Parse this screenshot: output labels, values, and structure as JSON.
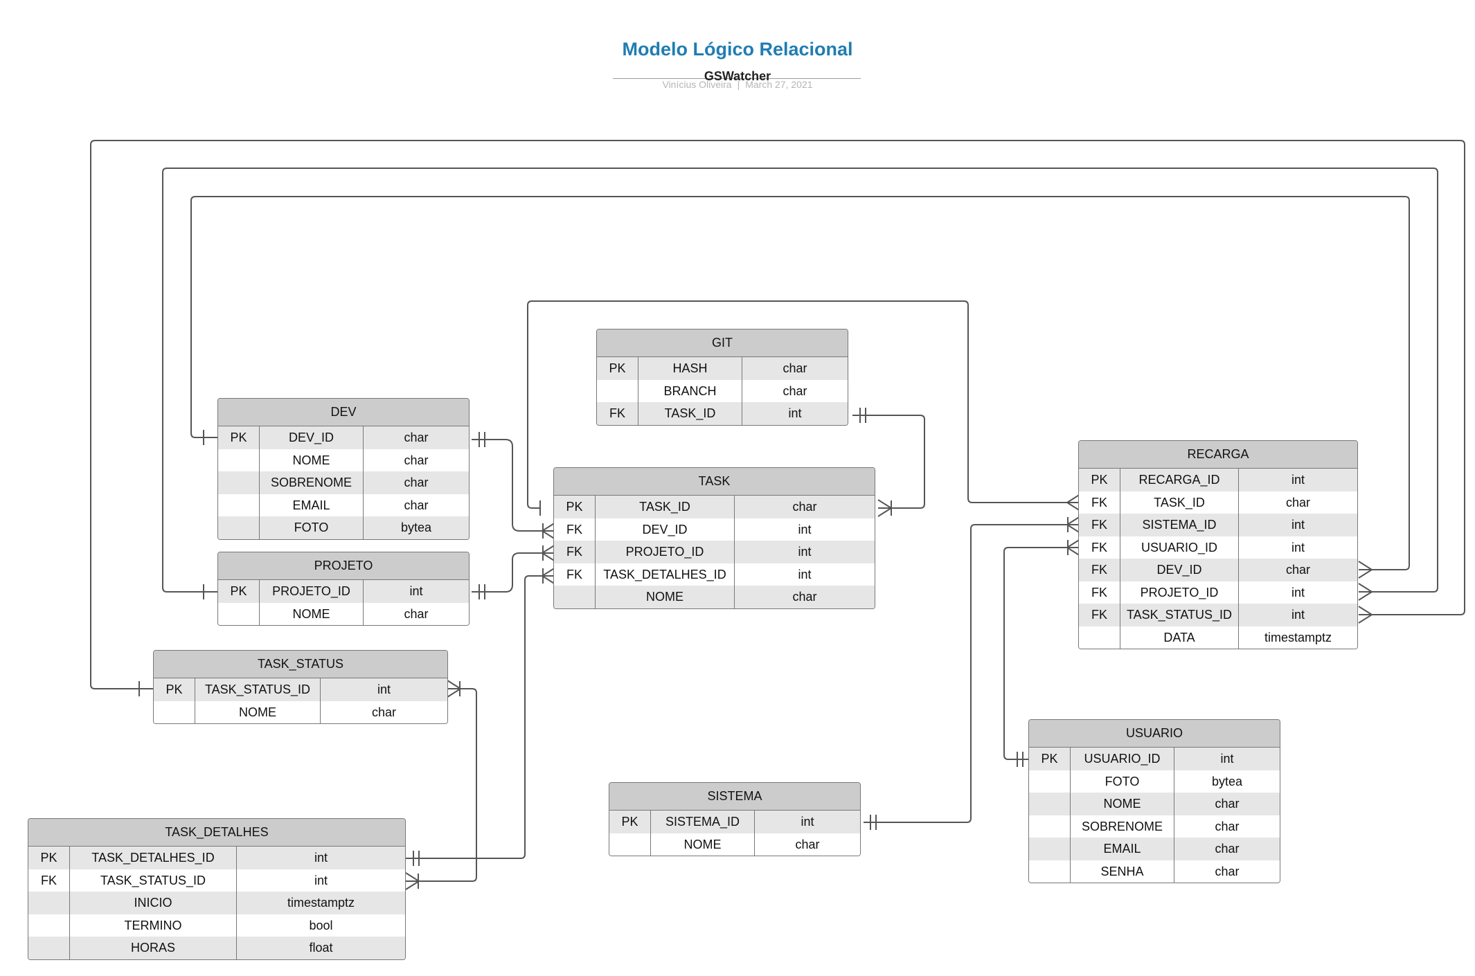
{
  "header": {
    "title": "Modelo Lógico Relacional",
    "subtitle": "GSWatcher",
    "author": "Vinícius Oliveira",
    "date": "March 27, 2021"
  },
  "colors": {
    "title": "#1f7db2",
    "header_fill": "#cccccc",
    "row_stripe": "#e6e6e6",
    "line": "#555555"
  },
  "entities": [
    {
      "id": "git",
      "name": "GIT",
      "rows": [
        {
          "key": "PK",
          "field": "HASH",
          "type": "char"
        },
        {
          "key": "",
          "field": "BRANCH",
          "type": "char"
        },
        {
          "key": "FK",
          "field": "TASK_ID",
          "type": "int"
        }
      ]
    },
    {
      "id": "dev",
      "name": "DEV",
      "rows": [
        {
          "key": "PK",
          "field": "DEV_ID",
          "type": "char"
        },
        {
          "key": "",
          "field": "NOME",
          "type": "char"
        },
        {
          "key": "",
          "field": "SOBRENOME",
          "type": "char"
        },
        {
          "key": "",
          "field": "EMAIL",
          "type": "char"
        },
        {
          "key": "",
          "field": "FOTO",
          "type": "bytea"
        }
      ]
    },
    {
      "id": "task",
      "name": "TASK",
      "rows": [
        {
          "key": "PK",
          "field": "TASK_ID",
          "type": "char"
        },
        {
          "key": "FK",
          "field": "DEV_ID",
          "type": "int"
        },
        {
          "key": "FK",
          "field": "PROJETO_ID",
          "type": "int"
        },
        {
          "key": "FK",
          "field": "TASK_DETALHES_ID",
          "type": "int"
        },
        {
          "key": "",
          "field": "NOME",
          "type": "char"
        }
      ]
    },
    {
      "id": "projeto",
      "name": "PROJETO",
      "rows": [
        {
          "key": "PK",
          "field": "PROJETO_ID",
          "type": "int"
        },
        {
          "key": "",
          "field": "NOME",
          "type": "char"
        }
      ]
    },
    {
      "id": "recarga",
      "name": "RECARGA",
      "rows": [
        {
          "key": "PK",
          "field": "RECARGA_ID",
          "type": "int"
        },
        {
          "key": "FK",
          "field": "TASK_ID",
          "type": "char"
        },
        {
          "key": "FK",
          "field": "SISTEMA_ID",
          "type": "int"
        },
        {
          "key": "FK",
          "field": "USUARIO_ID",
          "type": "int"
        },
        {
          "key": "FK",
          "field": "DEV_ID",
          "type": "char"
        },
        {
          "key": "FK",
          "field": "PROJETO_ID",
          "type": "int"
        },
        {
          "key": "FK",
          "field": "TASK_STATUS_ID",
          "type": "int"
        },
        {
          "key": "",
          "field": "DATA",
          "type": "timestamptz"
        }
      ]
    },
    {
      "id": "task-status",
      "name": "TASK_STATUS",
      "rows": [
        {
          "key": "PK",
          "field": "TASK_STATUS_ID",
          "type": "int"
        },
        {
          "key": "",
          "field": "NOME",
          "type": "char"
        }
      ]
    },
    {
      "id": "usuario",
      "name": "USUARIO",
      "rows": [
        {
          "key": "PK",
          "field": "USUARIO_ID",
          "type": "int"
        },
        {
          "key": "",
          "field": "FOTO",
          "type": "bytea"
        },
        {
          "key": "",
          "field": "NOME",
          "type": "char"
        },
        {
          "key": "",
          "field": "SOBRENOME",
          "type": "char"
        },
        {
          "key": "",
          "field": "EMAIL",
          "type": "char"
        },
        {
          "key": "",
          "field": "SENHA",
          "type": "char"
        }
      ]
    },
    {
      "id": "sistema",
      "name": "SISTEMA",
      "rows": [
        {
          "key": "PK",
          "field": "SISTEMA_ID",
          "type": "int"
        },
        {
          "key": "",
          "field": "NOME",
          "type": "char"
        }
      ]
    },
    {
      "id": "task-detalhes",
      "name": "TASK_DETALHES",
      "rows": [
        {
          "key": "PK",
          "field": "TASK_DETALHES_ID",
          "type": "int"
        },
        {
          "key": "FK",
          "field": "TASK_STATUS_ID",
          "type": "int"
        },
        {
          "key": "",
          "field": "INICIO",
          "type": "timestamptz"
        },
        {
          "key": "",
          "field": "TERMINO",
          "type": "bool"
        },
        {
          "key": "",
          "field": "HORAS",
          "type": "float"
        }
      ]
    }
  ],
  "relationships": [
    {
      "from": "TASK.TASK_ID",
      "to": "GIT.TASK_ID",
      "one_end": "one-only",
      "many_end": "one-or-many"
    },
    {
      "from": "DEV.DEV_ID",
      "to": "TASK.DEV_ID",
      "one_end": "one-only",
      "many_end": "one-or-many"
    },
    {
      "from": "PROJETO.PROJETO_ID",
      "to": "TASK.PROJETO_ID",
      "one_end": "one-only",
      "many_end": "one-or-many"
    },
    {
      "from": "TASK_DETALHES.TASK_DETALHES_ID",
      "to": "TASK.TASK_DETALHES_ID",
      "one_end": "one-only",
      "many_end": "one-or-many"
    },
    {
      "from": "TASK_STATUS.TASK_STATUS_ID",
      "to": "TASK_DETALHES.TASK_STATUS_ID",
      "one_end": "one-or-many",
      "many_end": "one-or-many"
    },
    {
      "from": "TASK.TASK_ID",
      "to": "RECARGA.TASK_ID",
      "one_end": "one",
      "many_end": "zero-or-many"
    },
    {
      "from": "SISTEMA.SISTEMA_ID",
      "to": "RECARGA.SISTEMA_ID",
      "one_end": "one-only",
      "many_end": "one-or-many"
    },
    {
      "from": "USUARIO.USUARIO_ID",
      "to": "RECARGA.USUARIO_ID",
      "one_end": "one-only",
      "many_end": "one-or-many"
    },
    {
      "from": "DEV.DEV_ID",
      "to": "RECARGA.DEV_ID",
      "one_end": "one",
      "many_end": "zero-or-many"
    },
    {
      "from": "PROJETO.PROJETO_ID",
      "to": "RECARGA.PROJETO_ID",
      "one_end": "one",
      "many_end": "zero-or-many"
    },
    {
      "from": "TASK_STATUS.TASK_STATUS_ID",
      "to": "RECARGA.TASK_STATUS_ID",
      "one_end": "one",
      "many_end": "zero-or-many"
    }
  ]
}
